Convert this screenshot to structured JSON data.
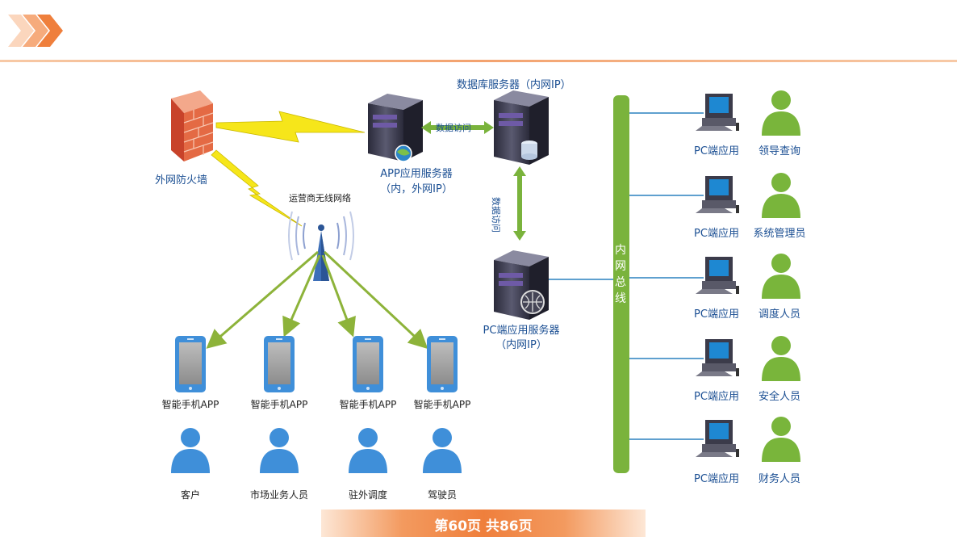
{
  "diagram": {
    "firewall": "外网防火墙",
    "operator_net": "运营商无线网络",
    "app_server": {
      "line1": "APP应用服务器",
      "line2": "（内，外网IP）"
    },
    "db_server": "数据库服务器（内网IP）",
    "data_access_h": "数据访问",
    "data_access_v": "数据访问",
    "pc_server": {
      "line1": "PC端应用服务器",
      "line2": "（内网IP）"
    },
    "bus": [
      "内",
      "网",
      "总",
      "线"
    ],
    "phones": [
      "智能手机APP",
      "智能手机APP",
      "智能手机APP",
      "智能手机APP"
    ],
    "mobile_users": [
      "客户",
      "市场业务人员",
      "驻外调度",
      "驾驶员"
    ],
    "pc_clients": [
      {
        "app": "PC端应用",
        "user": "领导查询"
      },
      {
        "app": "PC端应用",
        "user": "系统管理员"
      },
      {
        "app": "PC端应用",
        "user": "调度人员"
      },
      {
        "app": "PC端应用",
        "user": "安全人员"
      },
      {
        "app": "PC端应用",
        "user": "财务人员"
      }
    ]
  },
  "footer": {
    "page": "第60页  共86页"
  },
  "colors": {
    "accent": "#ef7f3c",
    "bus": "#7ab33c",
    "arrow": "#8db33a",
    "person_blue": "#3f8fd9",
    "person_green": "#79b53b",
    "label": "#1b4f93"
  }
}
